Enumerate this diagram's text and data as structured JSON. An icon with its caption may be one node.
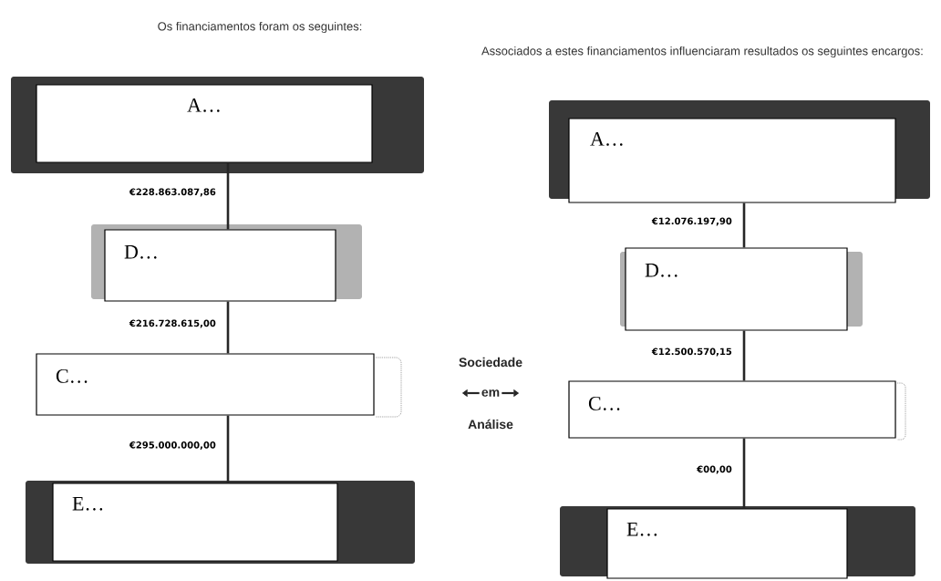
{
  "diagram": {
    "nodes": [
      {
        "text": [
          "A…"
        ]
      },
      {
        "text": [
          "D…"
        ]
      },
      {
        "text": [
          "C…"
        ]
      },
      {
        "text": [
          "E…"
        ]
      },
      {
        "text": [
          "A…"
        ]
      },
      {
        "text": [
          "D…"
        ]
      },
      {
        "text": [
          "C…"
        ]
      },
      {
        "text": [
          "E…"
        ]
      }
    ],
    "edges": [
      {
        "from": 0,
        "to": 1,
        "arrow": "none",
        "label": "€228.863.087,86"
      },
      {
        "from": 1,
        "to": 2,
        "arrow": "none",
        "label": "€216.728.615,00"
      },
      {
        "from": 2,
        "to": 3,
        "arrow": "none",
        "label": "€295.000.000,00"
      },
      {
        "from": 4,
        "to": 5,
        "arrow": "none",
        "label": "€12.076.197,90"
      },
      {
        "from": 5,
        "to": 6,
        "arrow": "none",
        "label": "€12.500.570,15"
      },
      {
        "from": 6,
        "to": 7,
        "arrow": "none",
        "label": "€00,00"
      }
    ],
    "labels": [
      "Os financiamentos foram os seguintes:",
      "Associados a estes financiamentos influenciaram resultados os seguintes encargos:",
      "Sociedade",
      "em",
      "Análise"
    ]
  }
}
